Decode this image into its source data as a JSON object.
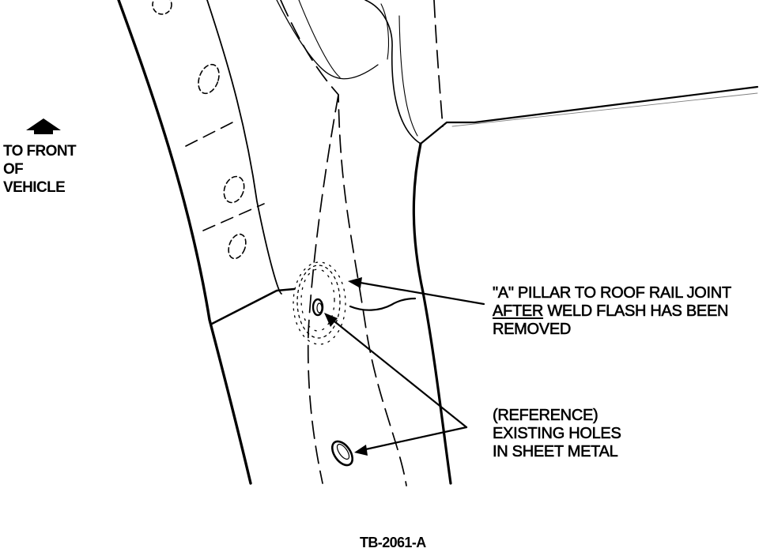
{
  "front_indicator": {
    "lines": [
      "TO FRONT",
      "OF",
      "VEHICLE"
    ]
  },
  "callouts": {
    "joint": {
      "line1": "\"A\" PILLAR TO ROOF RAIL JOINT",
      "line2_emphasis": "AFTER",
      "line2_rest": " WELD FLASH HAS BEEN",
      "line3": "REMOVED"
    },
    "holes": {
      "lines": [
        "(REFERENCE)",
        "EXISTING HOLES",
        "IN SHEET METAL"
      ]
    }
  },
  "figure_id": "TB-2061-A",
  "colors": {
    "ink": "#000000",
    "paper": "#ffffff"
  },
  "icons": {
    "front_arrow": "arrow-up-icon"
  }
}
